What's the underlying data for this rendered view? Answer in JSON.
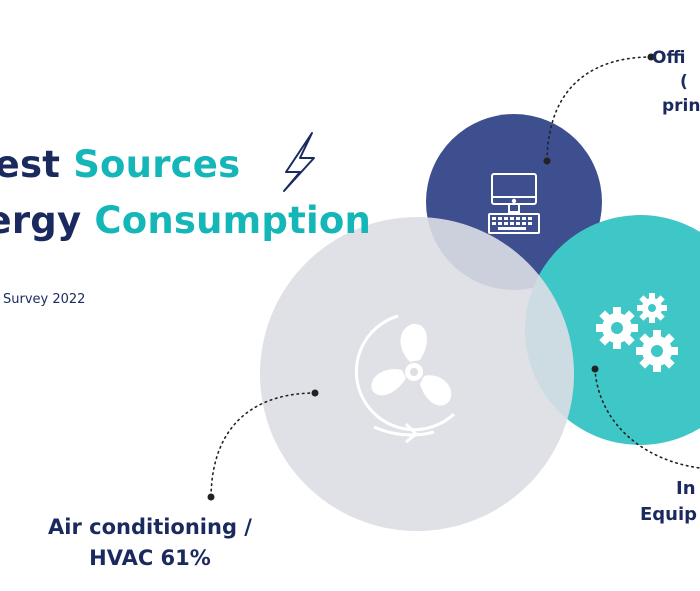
{
  "title": {
    "line1": {
      "dark": "gest",
      "teal": "Sources"
    },
    "line2": {
      "dark": "nergy",
      "teal": "Consumption"
    }
  },
  "subtitle": "Survey 2022",
  "labels": {
    "hvac": [
      "Air conditioning /",
      "HVAC 61%"
    ],
    "office": [
      "Offi",
      "(",
      "prin"
    ],
    "industrial": [
      "In",
      "Equip"
    ]
  },
  "icons": {
    "title": "lightning-bolt-icon",
    "hvac": "fan-icon",
    "office": "computer-icon",
    "industrial": "gears-icon"
  },
  "colors": {
    "navy": "#1b2a5e",
    "teal": "#14b6b8",
    "hvac_circle": "#dcdee4",
    "office_circle": "#3d4f8f",
    "industrial_circle": "#3fc7c8"
  }
}
